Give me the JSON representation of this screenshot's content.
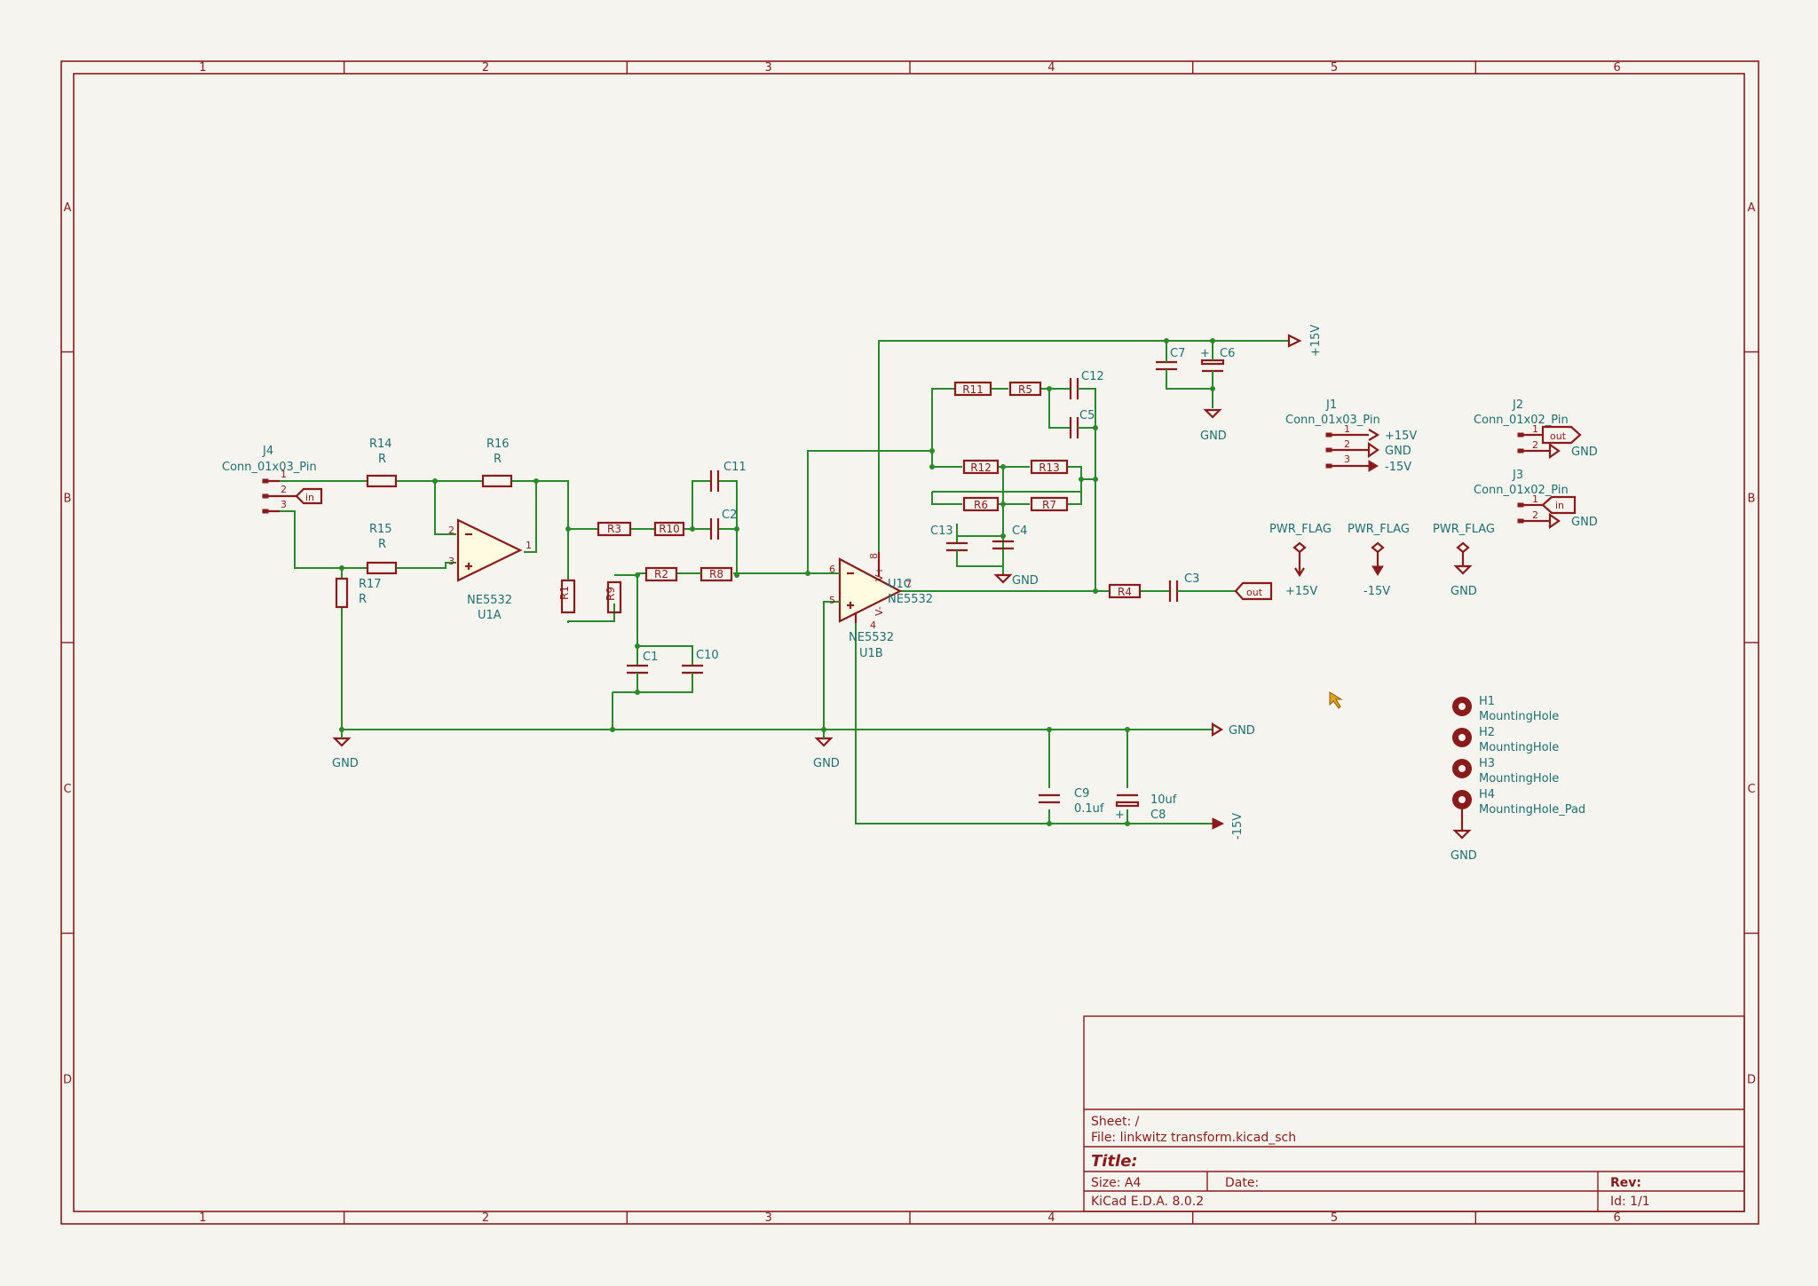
{
  "colors": {
    "frame": "#8b1a1a",
    "wire": "#2a8a2a",
    "reference": "#1f6f6f",
    "opamp_fill": "#fffbe0",
    "background": "#f5f4ef"
  },
  "zones": {
    "columns": [
      "1",
      "2",
      "3",
      "4",
      "5",
      "6"
    ],
    "rows": [
      "A",
      "B",
      "C",
      "D"
    ]
  },
  "components": {
    "J4": {
      "ref": "J4",
      "value": "Conn_01x03_Pin",
      "pins": [
        "1",
        "2",
        "3"
      ]
    },
    "J1": {
      "ref": "J1",
      "value": "Conn_01x03_Pin",
      "pins": [
        "1",
        "2",
        "3"
      ],
      "nets": [
        "+15V",
        "GND",
        "-15V"
      ]
    },
    "J2": {
      "ref": "J2",
      "value": "Conn_01x02_Pin",
      "pins": [
        "1",
        "2"
      ],
      "nets": [
        "out",
        "GND"
      ]
    },
    "J3": {
      "ref": "J3",
      "value": "Conn_01x02_Pin",
      "pins": [
        "1",
        "2"
      ],
      "nets": [
        "in",
        "GND"
      ]
    },
    "R14": {
      "ref": "R14",
      "value": "R"
    },
    "R16": {
      "ref": "R16",
      "value": "R"
    },
    "R15": {
      "ref": "R15",
      "value": "R"
    },
    "R17": {
      "ref": "R17",
      "value": "R"
    },
    "U1A": {
      "ref": "U1A",
      "value": "NE5532",
      "pins": [
        "2",
        "3",
        "1"
      ]
    },
    "U1B": {
      "ref": "U1B",
      "value": "NE5532",
      "pins": [
        "6",
        "5",
        "7",
        "8",
        "4"
      ]
    },
    "U1C": {
      "ref": "U1C",
      "value": "NE5532",
      "pwr": [
        "V+",
        "V-"
      ]
    },
    "resistors": [
      "R3",
      "R10",
      "R1",
      "R9",
      "R2",
      "R8",
      "R11",
      "R5",
      "R12",
      "R13",
      "R6",
      "R7",
      "R4"
    ],
    "capacitors": [
      "C11",
      "C2",
      "C1",
      "C10",
      "C12",
      "C5",
      "C13",
      "C4",
      "C7",
      "C6",
      "C3",
      "C9",
      "C8"
    ],
    "C9": {
      "ref": "C9",
      "value": "0.1uf"
    },
    "C8": {
      "ref": "C8",
      "value": "10uf"
    },
    "pwr_flags": [
      {
        "label": "PWR_FLAG",
        "net": "+15V"
      },
      {
        "label": "PWR_FLAG",
        "net": "-15V"
      },
      {
        "label": "PWR_FLAG",
        "net": "GND"
      }
    ],
    "mounting_holes": [
      {
        "ref": "H1",
        "value": "MountingHole"
      },
      {
        "ref": "H2",
        "value": "MountingHole"
      },
      {
        "ref": "H3",
        "value": "MountingHole"
      },
      {
        "ref": "H4",
        "value": "MountingHole_Pad"
      }
    ]
  },
  "nets": {
    "gnd": "GND",
    "pos": "+15V",
    "neg": "-15V",
    "in": "in",
    "out": "out",
    "plus": "+"
  },
  "title_block": {
    "sheet": "Sheet: /",
    "file": "File: linkwitz transform.kicad_sch",
    "title": "Title:",
    "size": "Size: A4",
    "date": "Date:",
    "rev": "Rev:",
    "tool": "KiCad E.D.A. 8.0.2",
    "id": "Id: 1/1"
  }
}
